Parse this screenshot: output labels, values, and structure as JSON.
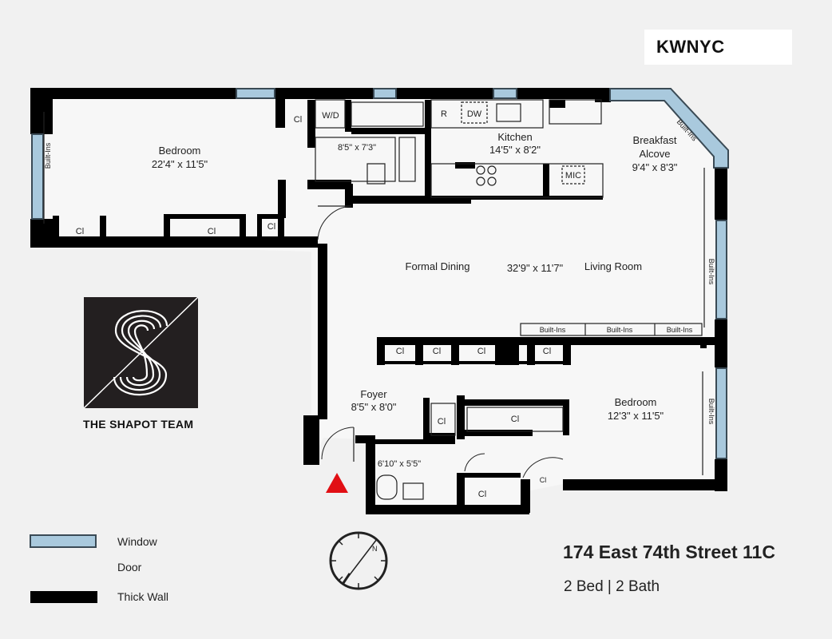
{
  "brand": "KWNYC",
  "team_name": "THE SHAPOT TEAM",
  "address": "174 East 74th Street 11C",
  "bed_bath": "2 Bed | 2 Bath",
  "legend": {
    "window": "Window",
    "door": "Door",
    "wall": "Thick Wall"
  },
  "rooms": {
    "bedroom1": {
      "name": "Bedroom",
      "dims": "22'4\" x 11'5\""
    },
    "bath1": {
      "dims": "8'5\" x 7'3\""
    },
    "kitchen": {
      "name": "Kitchen",
      "dims": "14'5\" x 8'2\""
    },
    "breakfast": {
      "name1": "Breakfast",
      "name2": "Alcove",
      "dims": "9'4\" x 8'3\""
    },
    "living": {
      "dining": "Formal Dining",
      "dims": "32'9\" x 11'7\"",
      "living": "Living Room"
    },
    "foyer": {
      "name": "Foyer",
      "dims": "8'5\" x 8'0\""
    },
    "bedroom2": {
      "name": "Bedroom",
      "dims": "12'3\" x 11'5\""
    },
    "bath2": {
      "dims": "6'10\" x 5'5\""
    }
  },
  "fixtures": {
    "wd": "W/D",
    "r": "R",
    "dw": "DW",
    "mic": "MIC",
    "closet": "Cl",
    "builtins": "Built-Ins"
  },
  "colors": {
    "wall": "#000000",
    "window": "#a9c9dd",
    "entry": "#e10f14",
    "background": "#f1f1f1"
  }
}
